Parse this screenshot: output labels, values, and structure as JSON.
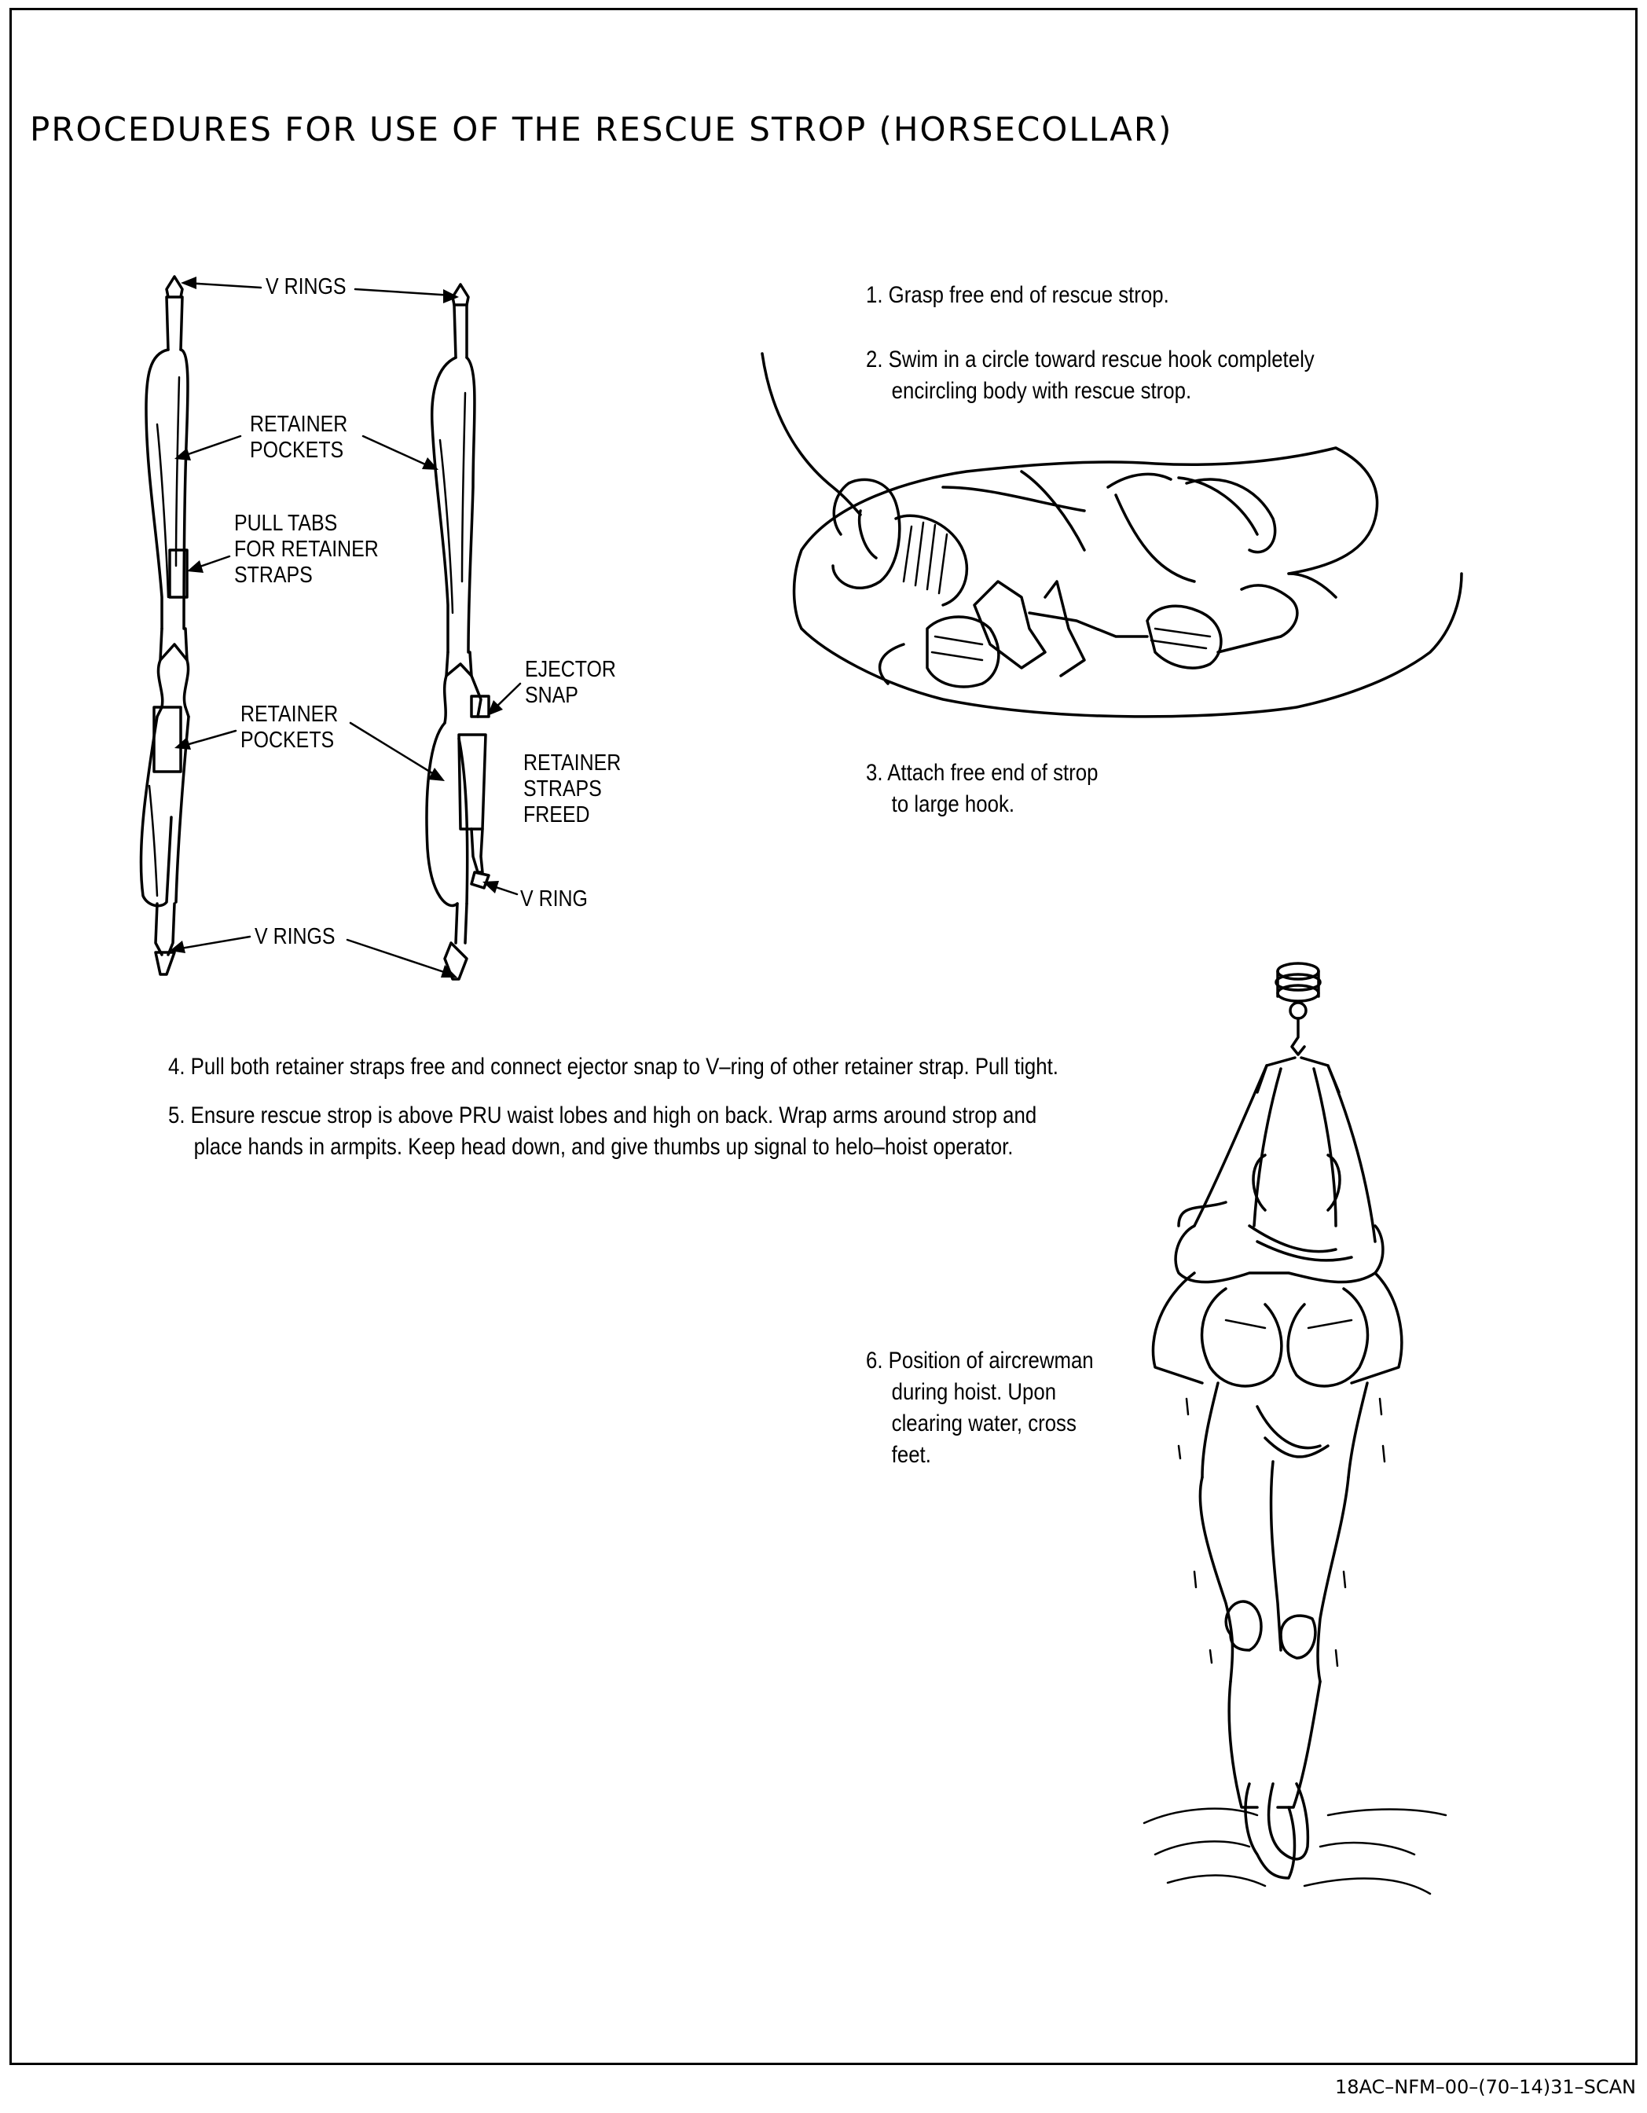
{
  "title": "PROCEDURES FOR USE OF THE RESCUE STROP (HORSECOLLAR)",
  "strop_labels": {
    "v_rings_top": "V RINGS",
    "retainer_pockets_top": [
      "RETAINER",
      "POCKETS"
    ],
    "pull_tabs": [
      "PULL TABS",
      "FOR RETAINER",
      "STRAPS"
    ],
    "retainer_pockets_bottom": [
      "RETAINER",
      "POCKETS"
    ],
    "ejector_snap": [
      "EJECTOR",
      "SNAP"
    ],
    "retainer_straps_freed": [
      "RETAINER",
      "STRAPS",
      "FREED"
    ],
    "v_ring": "V RING",
    "v_rings_bottom": "V RINGS"
  },
  "steps": {
    "s1": "1.  Grasp free end of rescue strop.",
    "s2_a": "2.  Swim in a circle toward rescue hook completely",
    "s2_b": "encircling body with rescue strop.",
    "s3_a": "3.  Attach free end of strop",
    "s3_b": "to large hook.",
    "s4": "4.  Pull both retainer straps free and connect ejector snap   to V–ring of other retainer strap.  Pull tight.",
    "s5_a": "5.  Ensure rescue strop is above PRU waist lobes and high on back.  Wrap arms around strop and",
    "s5_b": "place hands in armpits.  Keep head down, and give thumbs up  signal to helo–hoist operator.",
    "s6_a": "6.  Position of aircrewman",
    "s6_b": "during hoist. Upon",
    "s6_c": "clearing water, cross",
    "s6_d": "feet."
  },
  "doc_id": "18AC–NFM–00–(70–14)31–SCAN"
}
